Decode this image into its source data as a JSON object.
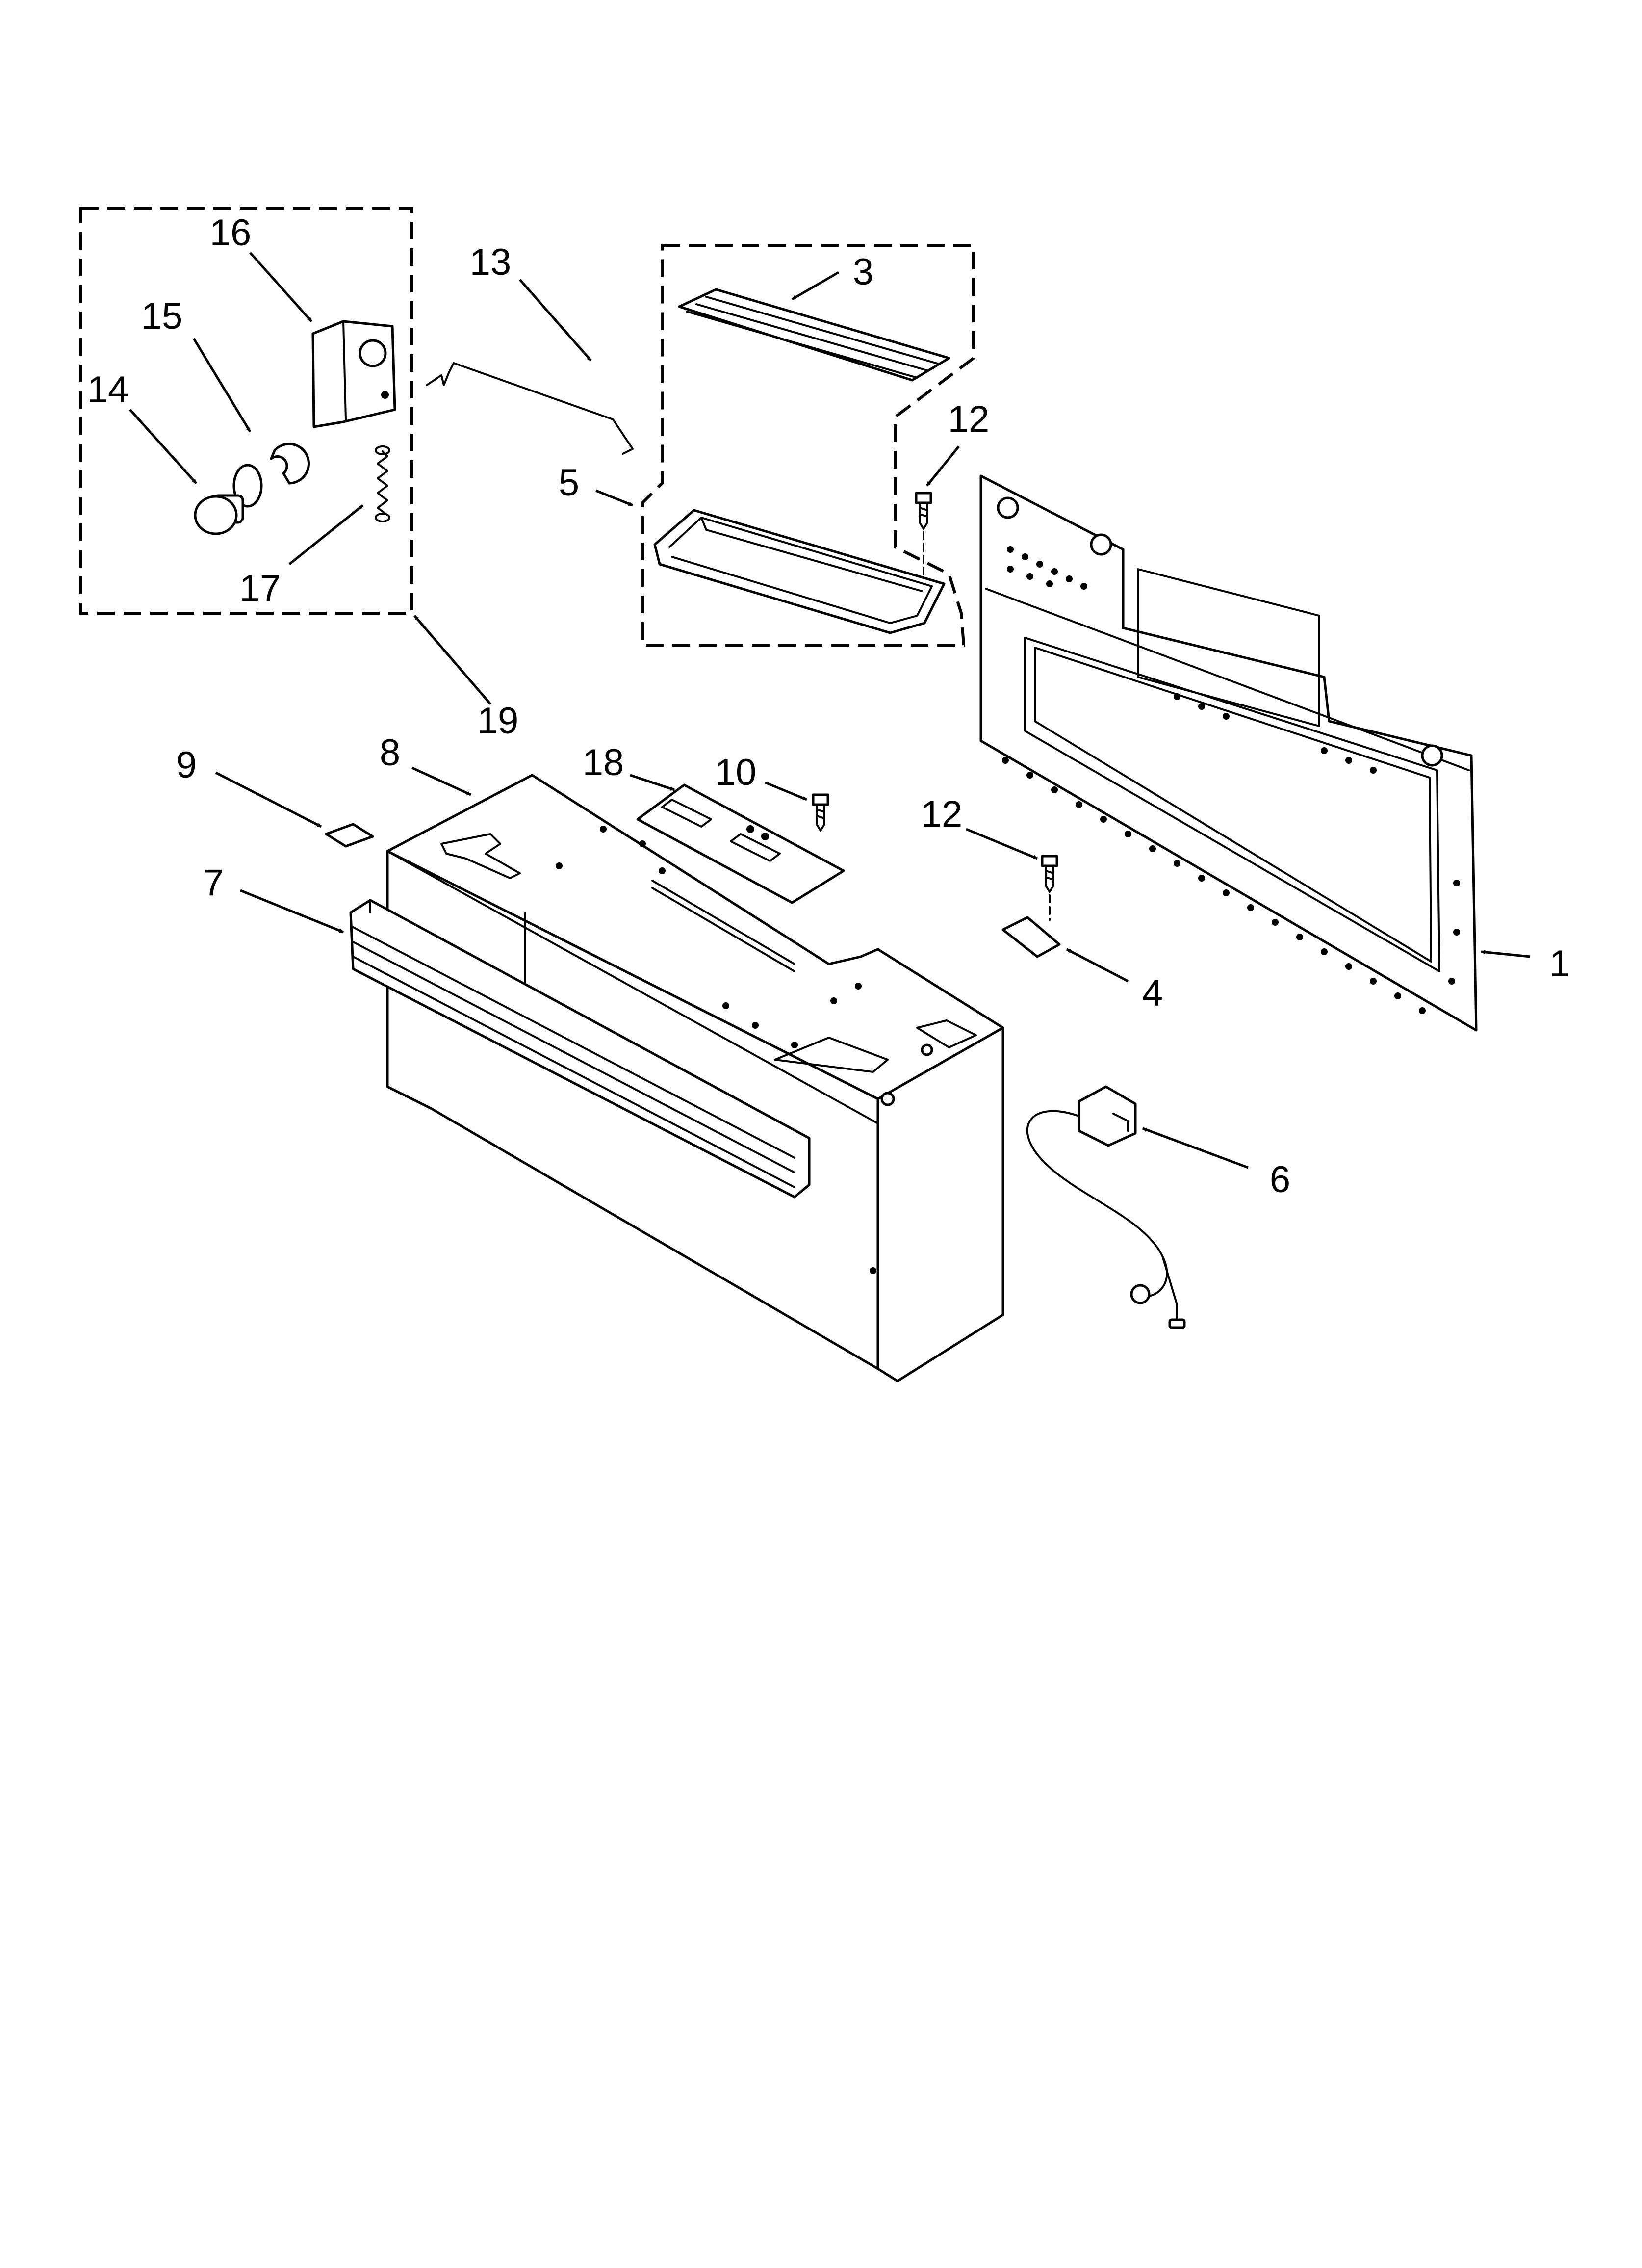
{
  "callouts": [
    {
      "id": "c1",
      "label": "1"
    },
    {
      "id": "c3",
      "label": "3"
    },
    {
      "id": "c4",
      "label": "4"
    },
    {
      "id": "c5",
      "label": "5"
    },
    {
      "id": "c6",
      "label": "6"
    },
    {
      "id": "c7",
      "label": "7"
    },
    {
      "id": "c8",
      "label": "8"
    },
    {
      "id": "c9",
      "label": "9"
    },
    {
      "id": "c10",
      "label": "10"
    },
    {
      "id": "c12a",
      "label": "12"
    },
    {
      "id": "c12b",
      "label": "12"
    },
    {
      "id": "c13",
      "label": "13"
    },
    {
      "id": "c14",
      "label": "14"
    },
    {
      "id": "c15",
      "label": "15"
    },
    {
      "id": "c16",
      "label": "16"
    },
    {
      "id": "c17",
      "label": "17"
    },
    {
      "id": "c18",
      "label": "18"
    },
    {
      "id": "c19",
      "label": "19"
    }
  ]
}
